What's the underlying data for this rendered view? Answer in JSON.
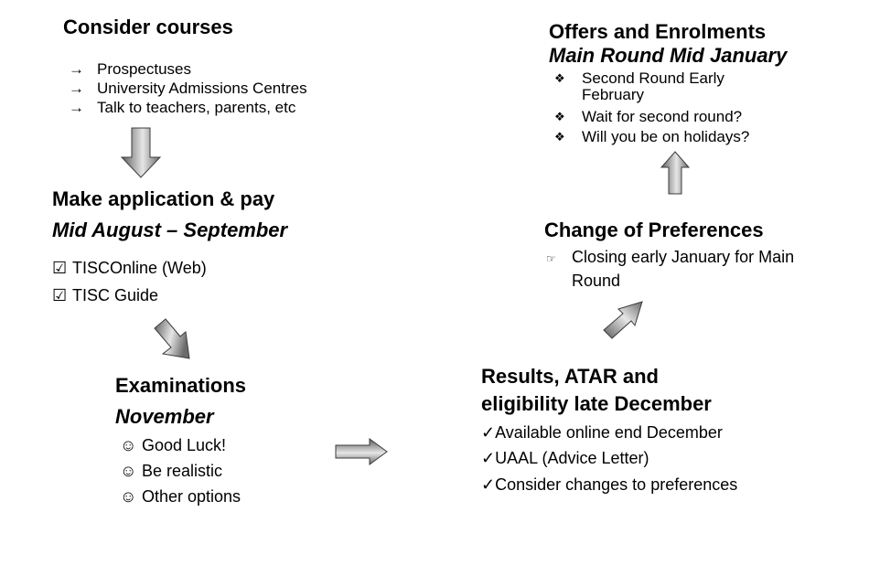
{
  "consider": {
    "title": "Consider courses",
    "bullet": "→",
    "items": [
      "Prospectuses",
      "University Admissions Centres",
      "Talk to teachers, parents, etc"
    ]
  },
  "application": {
    "title": "Make application & pay",
    "subtitle": "Mid August – September",
    "bullet": "☑",
    "items": [
      "TISCOnline (Web)",
      "TISC Guide"
    ]
  },
  "exams": {
    "title": "Examinations",
    "subtitle": "November",
    "bullet": "☺",
    "items": [
      "Good Luck!",
      "Be realistic",
      "Other options"
    ]
  },
  "results": {
    "title_line1": "Results, ATAR and",
    "title_line2": "eligibility late December",
    "bullet": "✓",
    "items": [
      "Available online end December",
      "UAAL (Advice Letter)",
      "Consider changes to preferences"
    ]
  },
  "preferences": {
    "title": "Change of Preferences",
    "bullet": "☞",
    "item_line1": "Closing early January for Main",
    "item_line2": "Round"
  },
  "offers": {
    "title": "Offers and Enrolments",
    "subtitle": "Main Round Mid January",
    "bullet": "❖",
    "items": [
      {
        "line1": "Second Round Early",
        "line2": "February"
      },
      {
        "line1": "Wait for second round?"
      },
      {
        "line1": "Will you be on holidays?"
      }
    ]
  },
  "colors": {
    "arrow_dark": "#5c5c5c",
    "arrow_light": "#e6e6e6",
    "arrow_stroke": "#3c3c3c"
  }
}
